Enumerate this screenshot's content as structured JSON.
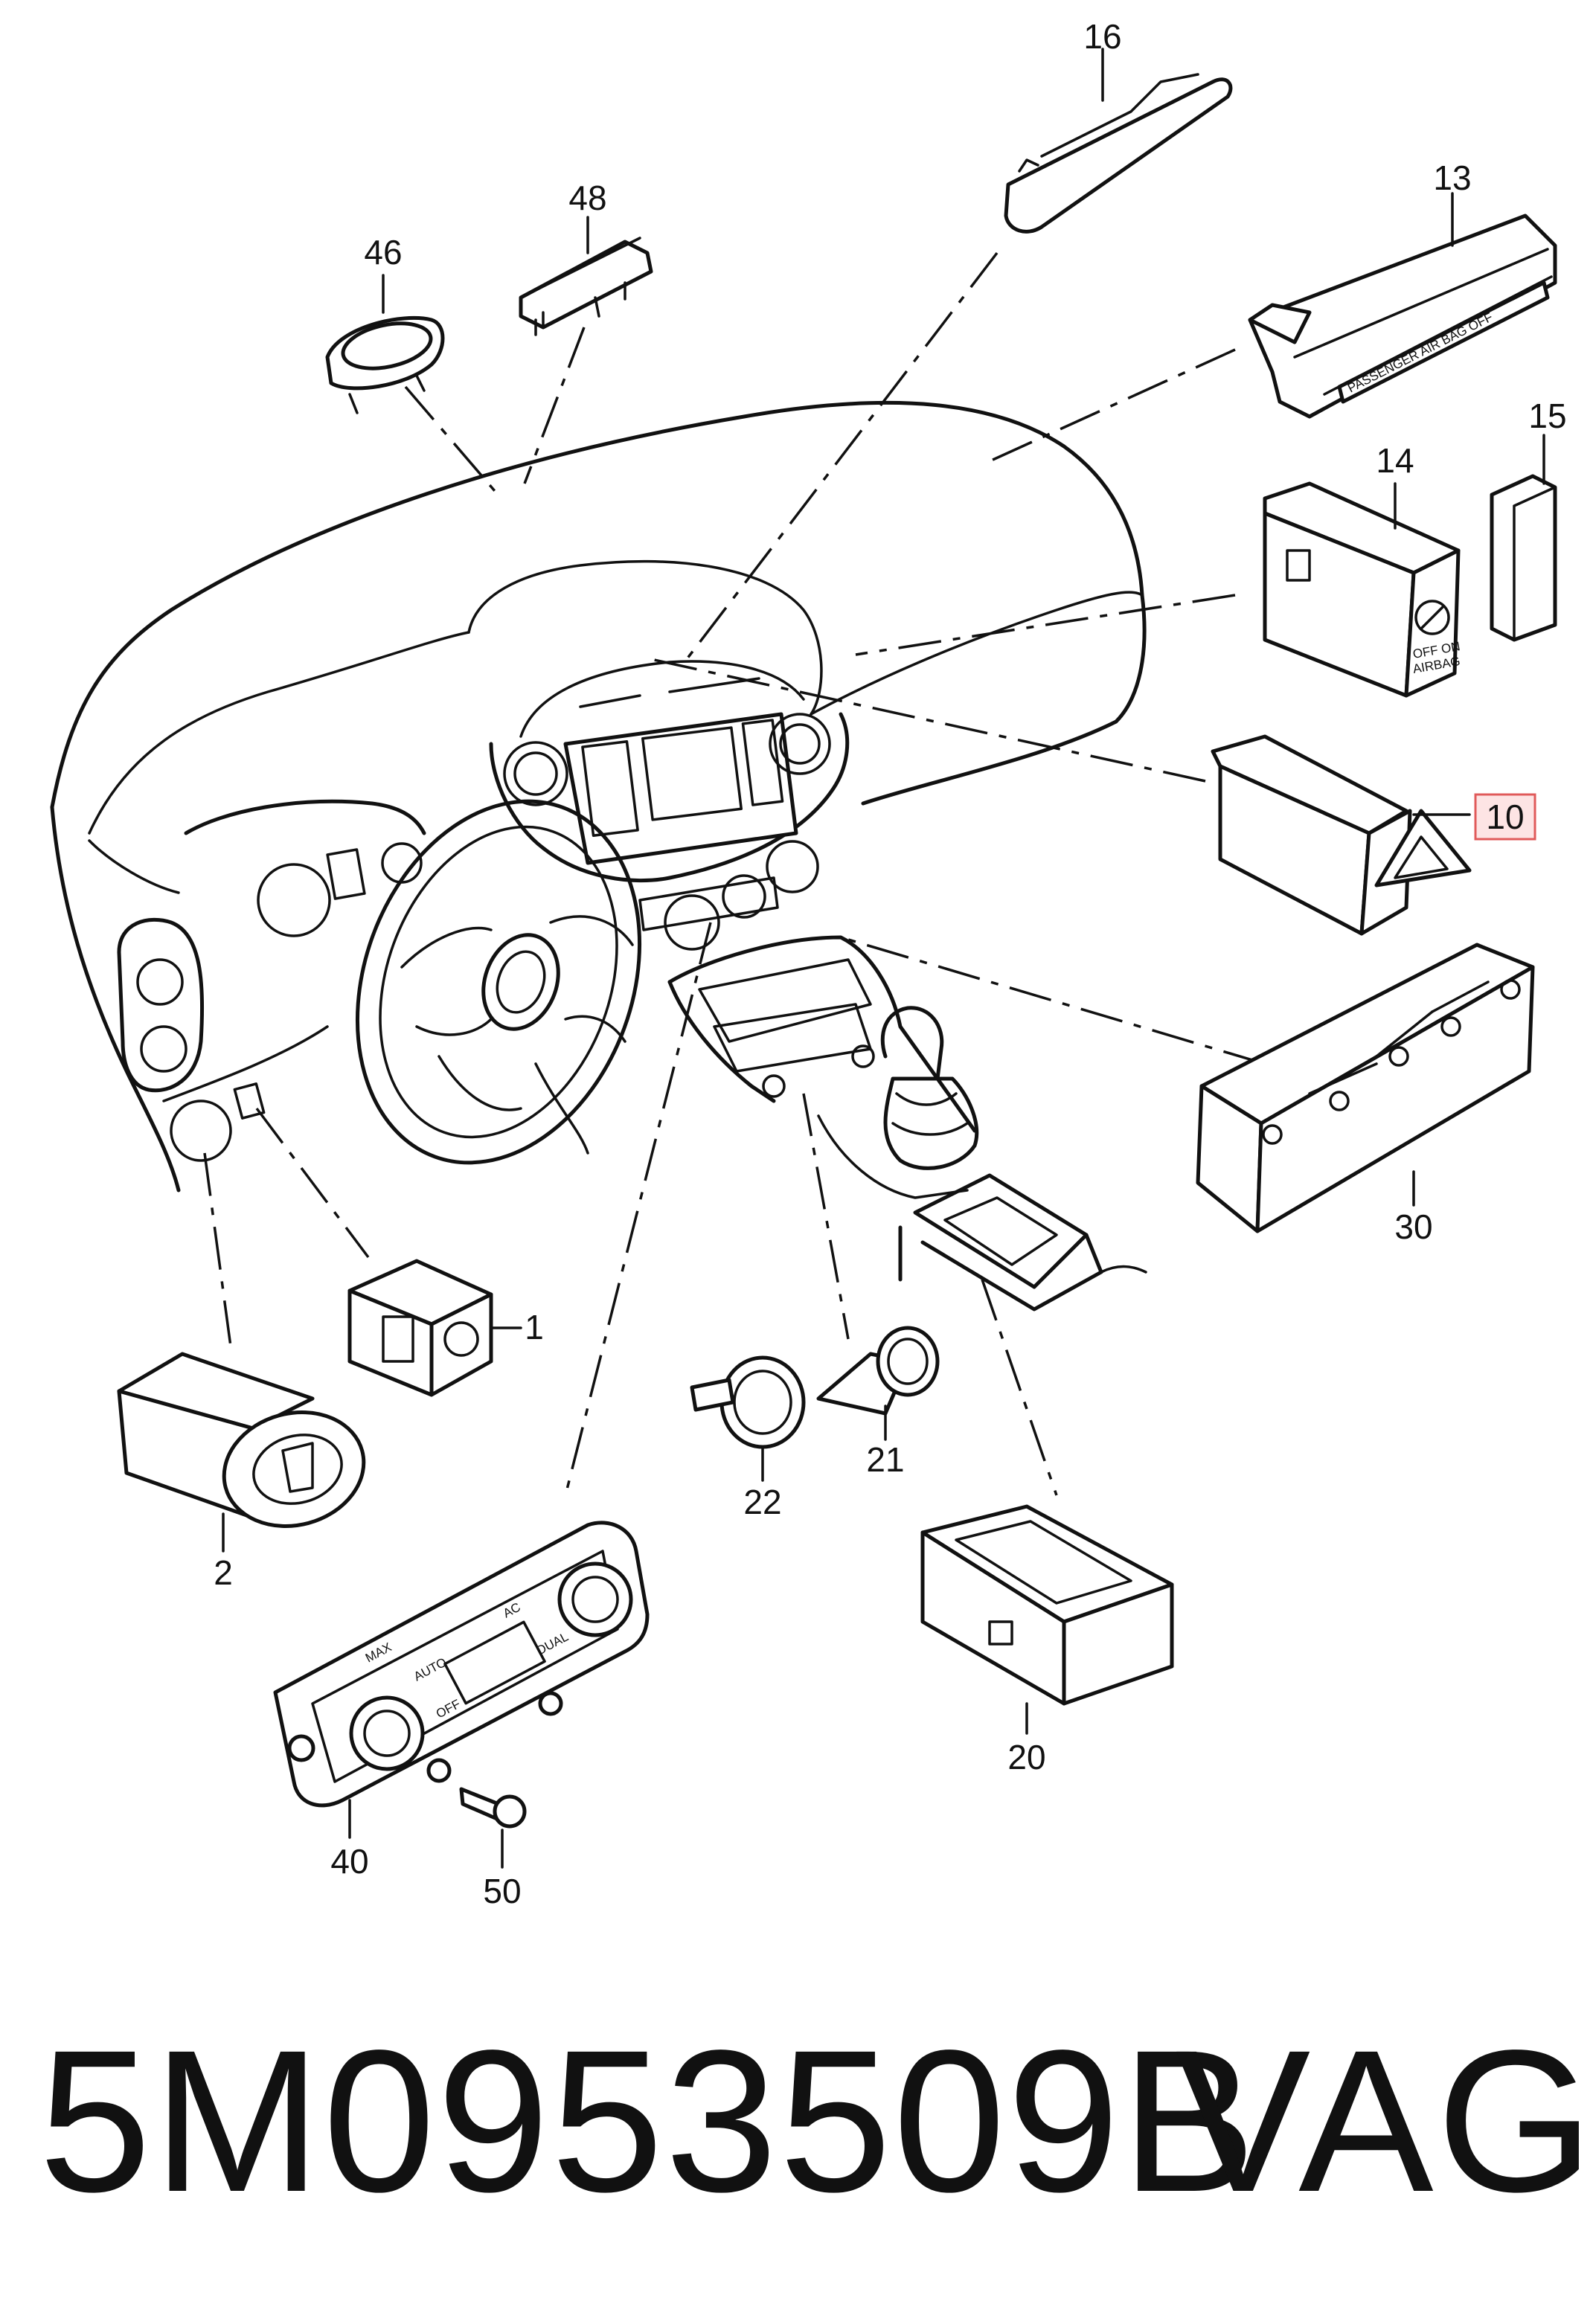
{
  "callouts": {
    "c1": "1",
    "c2": "2",
    "c10": "10",
    "c13": "13",
    "c14": "14",
    "c15": "15",
    "c16": "16",
    "c20": "20",
    "c21": "21",
    "c22": "22",
    "c30": "30",
    "c40": "40",
    "c46": "46",
    "c48": "48",
    "c50": "50"
  },
  "highlighted_callout": "10",
  "part_labels": {
    "airbag_strip": "PASSENGER AIR BAG OFF",
    "airbag_switch_off_on": "OFF ON",
    "airbag_switch_airbag": "AIRBAG",
    "climate_max": "MAX",
    "climate_ac": "AC",
    "climate_auto": "AUTO",
    "climate_dual": "DUAL",
    "climate_off": "OFF"
  },
  "footer": {
    "part_number": "5M0953509B",
    "brand": "VAG"
  },
  "colors": {
    "line": "#111111",
    "highlight_fill": "#fde4e4",
    "highlight_border": "#e05a5a"
  }
}
